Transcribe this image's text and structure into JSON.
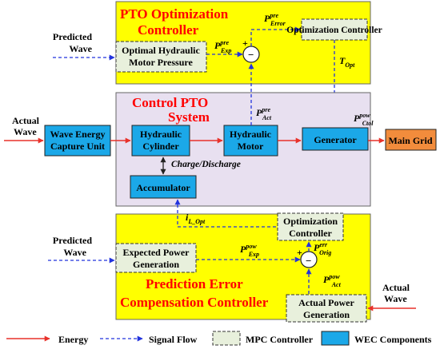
{
  "top_panel": {
    "title_line1": "PTO Optimization",
    "title_line2": "Controller",
    "predicted_wave_line1": "Predicted",
    "predicted_wave_line2": "Wave",
    "optimal_hydraulic_line1": "Optimal Hydraulic",
    "optimal_hydraulic_line2": "Motor Pressure",
    "optimization_controller_label": "Optimization Controller",
    "p_exp": {
      "base": "P",
      "sup": "pre",
      "sub": "Exp"
    },
    "p_error": {
      "base": "P",
      "sup": "pre",
      "sub": "Error"
    },
    "t_opt": {
      "base": "T",
      "sub": "Opt"
    },
    "sum_plus": "+",
    "sum_minus": "−"
  },
  "middle_panel": {
    "title_line1": "Control PTO",
    "title_line2": "System",
    "actual_wave_line1": "Actual",
    "actual_wave_line2": "Wave",
    "wave_energy_line1": "Wave Energy",
    "wave_energy_line2": "Capture Unit",
    "hydraulic_cylinder_line1": "Hydraulic",
    "hydraulic_cylinder_line2": "Cylinder",
    "hydraulic_motor_line1": "Hydraulic",
    "hydraulic_motor_line2": "Motor",
    "generator_label": "Generator",
    "main_grid_label": "Main Grid",
    "accumulator_label": "Accumulator",
    "charge_discharge": "Charge/Discharge",
    "p_act": {
      "base": "P",
      "sup": "pre",
      "sub": "Act"
    },
    "p_ctol": {
      "base": "P",
      "sup": "pow",
      "sub": "Ctol"
    }
  },
  "bottom_panel": {
    "title_line1": "Prediction Error",
    "title_line2": "Compensation Controller",
    "predicted_wave_line1": "Predicted",
    "predicted_wave_line2": "Wave",
    "expected_power_line1": "Expected Power",
    "expected_power_line2": "Generation",
    "optimization_controller_line1": "Optimization",
    "optimization_controller_line2": "Controller",
    "actual_power_line1": "Actual Power",
    "actual_power_line2": "Generation",
    "actual_wave_line1": "Actual",
    "actual_wave_line2": "Wave",
    "il_opt": {
      "base": "i",
      "sub": "L_Opt"
    },
    "p_pow_exp": {
      "base": "P",
      "sup": "pow",
      "sub": "Exp"
    },
    "p_err_orig": {
      "base": "P",
      "sup": "err",
      "sub": "Orig"
    },
    "p_pow_act": {
      "base": "P",
      "sup": "pow",
      "sub": "Act"
    },
    "sum_plus": "+",
    "sum_minus": "−"
  },
  "legend": {
    "energy": "Energy",
    "signal_flow": "Signal Flow",
    "mpc_controller": "MPC Controller",
    "wec_components": "WEC Components"
  },
  "colors": {
    "yellow_panel": "#ffff00",
    "lavender_panel": "#e8e0f0",
    "wec_blue": "#1ba8e8",
    "mpc_fill": "#e8f0dc",
    "main_grid_orange": "#f28c3c",
    "title_red": "#ff0000",
    "energy_red": "#e8312a",
    "signal_blue": "#2233dd"
  },
  "icons": [
    "energy-arrow-icon",
    "signal-arrow-icon",
    "summing-junction-icon"
  ]
}
